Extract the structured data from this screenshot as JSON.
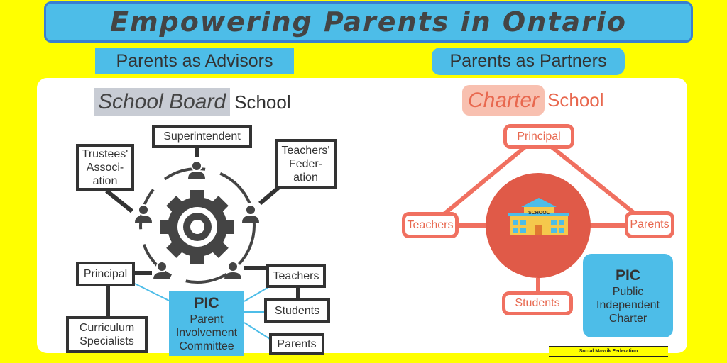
{
  "title": "Empowering Parents in Ontario",
  "left": {
    "header": "Parents as Advisors",
    "heading_highlight": "School Board",
    "heading_rest": "School",
    "nodes": {
      "superintendent": "Superintendent",
      "trustees": "Trustees' Associ- ation",
      "federation": "Teachers' Feder- ation",
      "principal": "Principal",
      "teachers": "Teachers",
      "curriculum": "Curriculum Specialists",
      "students": "Students",
      "parents": "Parents"
    },
    "pic": {
      "abbr": "PIC",
      "full": "Parent Involvement Committee"
    }
  },
  "right": {
    "header": "Parents as Partners",
    "heading_highlight": "Charter",
    "heading_rest": "School",
    "school_sign": "SCHOOL",
    "nodes": {
      "principal": "Principal",
      "teachers": "Teachers",
      "parents": "Parents",
      "students": "Students"
    },
    "pic": {
      "abbr": "PIC",
      "full": "Public Independent Charter"
    }
  },
  "footer": "Social Mavrik Federation",
  "colors": {
    "background": "#ffff00",
    "blue": "#4dbde8",
    "coral": "#f07060",
    "dark": "#333333"
  }
}
